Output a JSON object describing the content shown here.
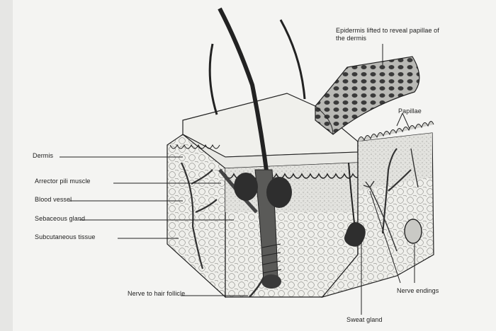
{
  "labels": {
    "epidermis_lifted": "Epidermis lifted to reveal papillae of the dermis",
    "papillae": "Papillae",
    "dermis": "Dermis",
    "arrector_pili": "Arrector pili muscle",
    "blood_vessel": "Blood vessel",
    "sebaceous_gland": "Sebaceous gland",
    "subcutaneous_tissue": "Subcutaneous tissue",
    "nerve_to_hair_follicle": "Nerve to hair follicle",
    "nerve_endings": "Nerve endings",
    "sweat_gland": "Sweat gland"
  },
  "colors": {
    "ink": "#222222",
    "page": "#f4f4f2",
    "dermis_fill": "#dcdcd8",
    "epidermis_fill": "#eeeeea",
    "dark_structure": "#2e2e2e"
  }
}
